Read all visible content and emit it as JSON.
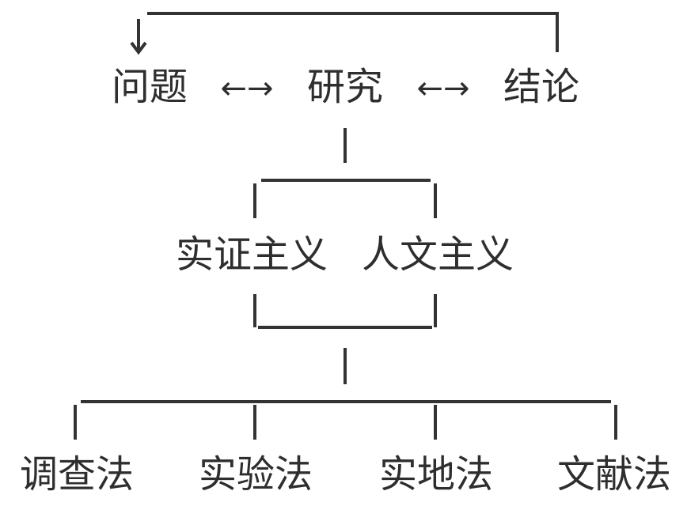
{
  "top_row": {
    "left": "问题",
    "center": "研究",
    "right": "结论",
    "link_symbol": "←→"
  },
  "paradigms": [
    "实证主义",
    "人文主义"
  ],
  "methods": [
    "调查法",
    "实验法",
    "实地法",
    "文献法"
  ],
  "colors": {
    "text": "#2e2e2e",
    "lines": "#333333"
  }
}
